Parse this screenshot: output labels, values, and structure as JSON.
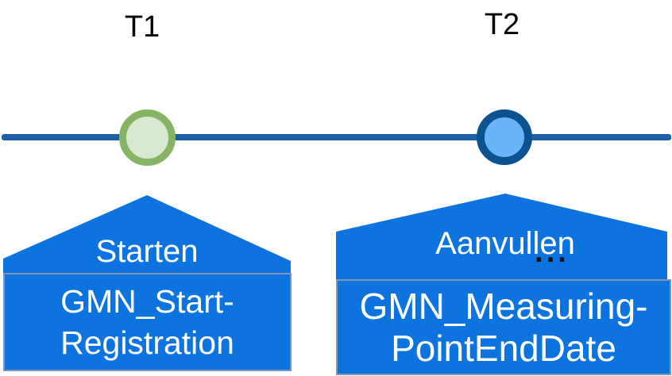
{
  "diagram": {
    "type": "timeline",
    "background": "#ffffff",
    "events": [
      {
        "time_label": "T1",
        "action_label": "Starten",
        "message_lines": [
          "GMN_Start-",
          "Registration"
        ],
        "marker": {
          "shape": "circle",
          "fill": "#d9e8d1",
          "border": "#85b464"
        }
      },
      {
        "time_label": "T2",
        "action_label": "Aanvullen",
        "ellipsis": "...",
        "message_lines": [
          "GMN_Measuring-",
          "PointEndDate"
        ],
        "marker": {
          "shape": "circle",
          "fill": "#69b4f8",
          "border": "#0d5290"
        }
      }
    ]
  },
  "colors": {
    "timeline_line": "#1e5fa9",
    "callout_blue": "#0c73df",
    "box_border": "#8296b2",
    "text_white": "#ffffff",
    "label_black": "#000000",
    "ellipsis_dark": "#111111"
  }
}
